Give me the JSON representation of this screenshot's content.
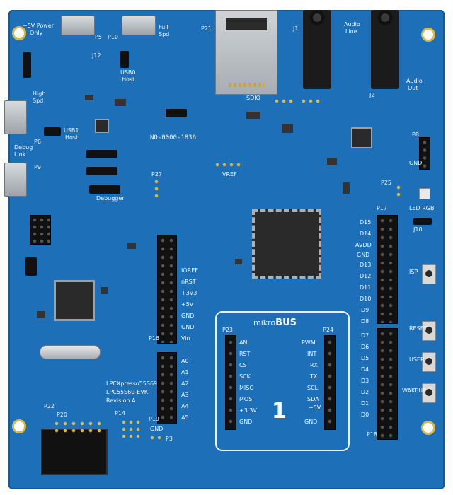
{
  "board": {
    "marking": "NO-0000-1836",
    "product_line1": "LPCXpresso55S69",
    "product_line2": "LPC55S69-EVK",
    "product_line3": "Revision A",
    "bus_logo": "mikro",
    "bus_logo2": "BUS",
    "site_number": "1"
  },
  "labels": {
    "power_only": "+5V Power",
    "power_only2": "Only",
    "p5": "P5",
    "p10": "P10",
    "full_spd": "Full",
    "full_spd2": "Spd",
    "p21": "P21",
    "sdio": "SDIO",
    "j1": "J1",
    "audio_line": "Audio",
    "audio_line2": "Line",
    "audio_out": "Audio",
    "audio_out2": "Out",
    "j2": "J2",
    "j12": "J12",
    "usb0_host": "USB0",
    "usb0_host2": "Host",
    "high_spd": "High",
    "high_spd2": "Spd",
    "usb1_host": "USB1",
    "usb1_host2": "Host",
    "debug_link": "Debug",
    "debug_link2": "Link",
    "p6": "P6",
    "p9": "P9",
    "vref": "VREF",
    "p27": "P27",
    "p25": "P25",
    "led_rgb": "LED RGB",
    "j10": "J10",
    "p17": "P17",
    "debugger": "Debugger",
    "ioref": "IOREF",
    "nrst": "nRST",
    "v33": "+3V3",
    "v5": "+5V",
    "gnd1": "GND",
    "gnd2": "GND",
    "vin": "Vin",
    "p16": "P16",
    "a0": "A0",
    "a1": "A1",
    "a2": "A2",
    "a3": "A3",
    "a4": "A4",
    "a5": "A5",
    "p19": "P19",
    "p20": "P20",
    "p14": "P14",
    "p3": "P3",
    "gnd_bottom": "GND",
    "p22": "P22",
    "d15": "D15",
    "d14": "D14",
    "avdd": "AVDD",
    "gnd_r": "GND",
    "d13": "D13",
    "d12": "D12",
    "d11": "D11",
    "d10": "D10",
    "d9": "D9",
    "d8": "D8",
    "d7": "D7",
    "d6": "D6",
    "d5": "D5",
    "d4": "D4",
    "d3": "D3",
    "d2": "D2",
    "d1": "D1",
    "d0": "D0",
    "p18": "P18",
    "isp": "ISP",
    "reset": "RESET",
    "user": "USER",
    "wakeup": "WAKEUP",
    "p23": "P23",
    "p24": "P24",
    "mb_left": [
      "AN",
      "RST",
      "CS",
      "SCK",
      "MISO",
      "MOSI",
      "+3.3V",
      "GND"
    ],
    "mb_right": [
      "PWM",
      "INT",
      "RX",
      "TX",
      "SCL",
      "SDA",
      "+5V",
      "GND"
    ],
    "gnd_right": "GND",
    "p8": "P8"
  },
  "colors": {
    "pcb": "#1d6fb8",
    "silkscreen": "#f2f6fa",
    "gold": "#d9b94a"
  }
}
